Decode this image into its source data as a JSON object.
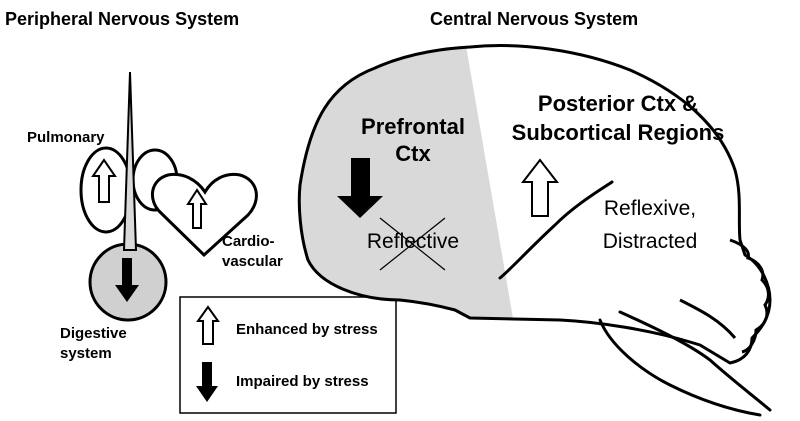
{
  "titles": {
    "peripheral": "Peripheral Nervous System",
    "central": "Central Nervous System"
  },
  "organs": {
    "pulmonary": "Pulmonary",
    "cardio_line1": "Cardio-",
    "cardio_line2": "vascular",
    "digestive_line1": "Digestive",
    "digestive_line2": "system"
  },
  "brain": {
    "prefrontal_line1": "Prefrontal",
    "prefrontal_line2": "Ctx",
    "reflective": "Reflective",
    "posterior_line1": "Posterior Ctx &",
    "posterior_line2": "Subcortical Regions",
    "reflexive_line1": "Reflexive,",
    "reflexive_line2": "Distracted"
  },
  "legend": {
    "enhanced": "Enhanced by stress",
    "impaired": "Impaired by stress"
  },
  "colors": {
    "stroke": "#000000",
    "shade": "#d9d9d9",
    "digestive_fill": "#d0d0d0"
  }
}
